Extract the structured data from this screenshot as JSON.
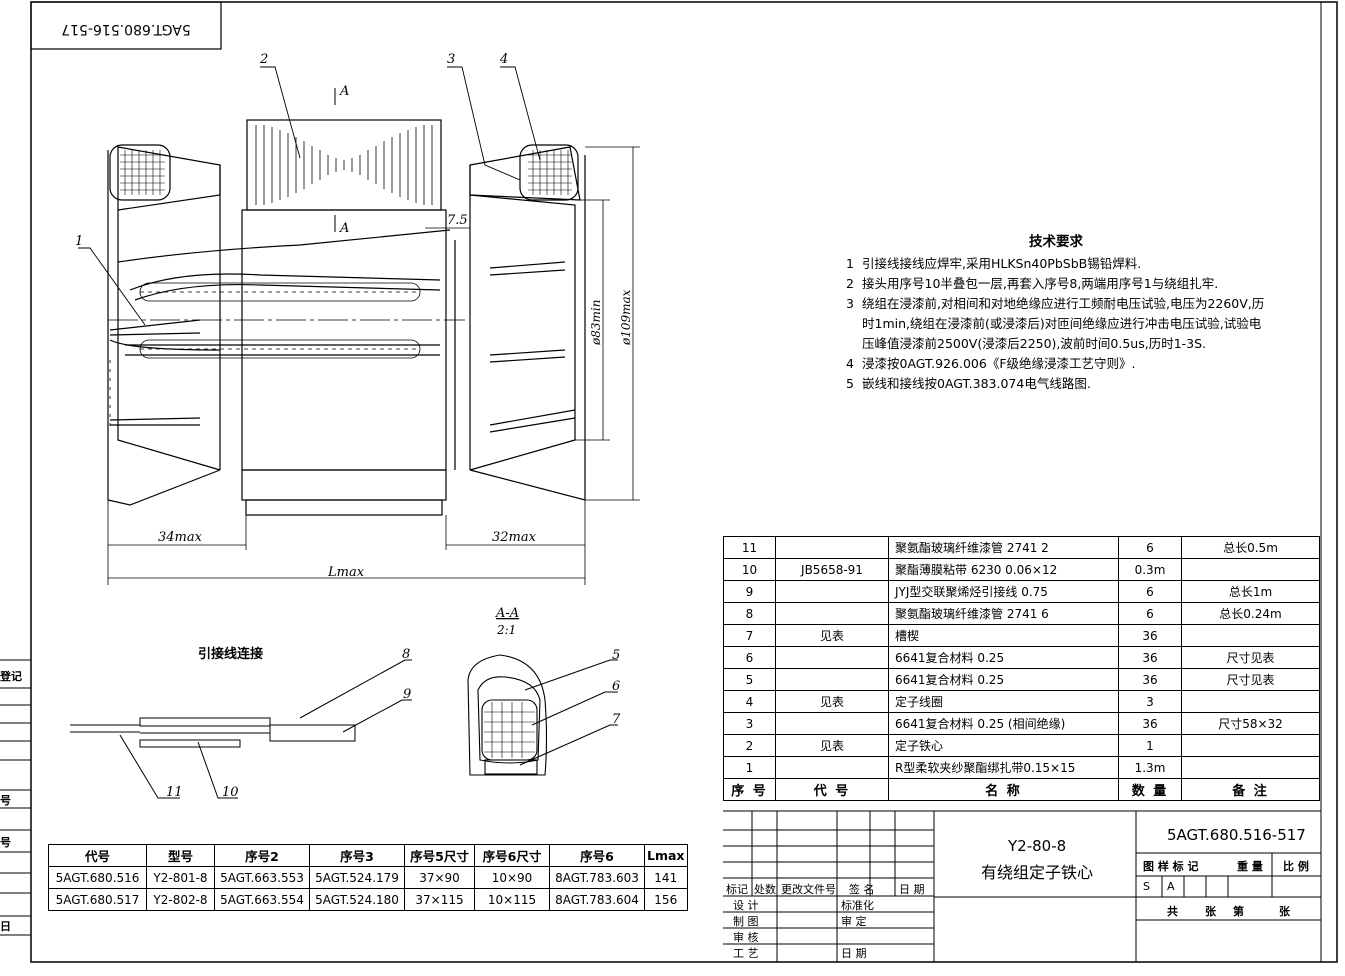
{
  "header_code": "5AGT.680.516-517",
  "callouts": {
    "c1": "1",
    "c2": "2",
    "c3": "3",
    "c4": "4",
    "c5": "5",
    "c6": "6",
    "c7": "7",
    "c8": "8",
    "c9": "9",
    "c10": "10",
    "c11": "11"
  },
  "section_marks": {
    "a_top": "A",
    "a_bottom": "A",
    "section_title": "A-A",
    "section_scale": "2:1"
  },
  "dimensions": {
    "d75": "7.5",
    "d34": "34max",
    "d32": "32max",
    "lmax": "Lmax",
    "phi83": "ø83min",
    "phi109": "ø109max"
  },
  "lead_connection_title": "引接线连接",
  "tech_requirements": {
    "title": "技术要求",
    "items": [
      {
        "num": "1",
        "text": "引接线接线应焊牢,采用HLKSn40PbSbB锡铅焊料."
      },
      {
        "num": "2",
        "text": "接头用序号10半叠包一层,再套入序号8,两端用序号1与绕组扎牢."
      },
      {
        "num": "3",
        "text": "绕组在浸漆前,对相间和对地绝缘应进行工频耐电压试验,电压为2260V,历时1min,绕组在浸漆前(或浸漆后)对匝间绝缘应进行冲击电压试验,试验电压峰值浸漆前2500V(浸漆后2250),波前时间0.5us,历时1-3S."
      },
      {
        "num": "4",
        "text": "浸漆按0AGT.926.006《F级绝缘浸漆工艺守则》."
      },
      {
        "num": "5",
        "text": "嵌线和接线按0AGT.383.074电气线路图."
      }
    ]
  },
  "parts_list": {
    "rows": [
      {
        "seq": "11",
        "code": "",
        "name": "聚氨酯玻璃纤维漆管 2741 2",
        "qty": "6",
        "note": "总长0.5m"
      },
      {
        "seq": "10",
        "code": "JB5658-91",
        "name": "聚酯薄膜粘带 6230 0.06×12",
        "qty": "0.3m",
        "note": ""
      },
      {
        "seq": "9",
        "code": "",
        "name": "JYJ型交联聚烯烃引接线 0.75",
        "qty": "6",
        "note": "总长1m"
      },
      {
        "seq": "8",
        "code": "",
        "name": "聚氨酯玻璃纤维漆管 2741 6",
        "qty": "6",
        "note": "总长0.24m"
      },
      {
        "seq": "7",
        "code": "见表",
        "name": "槽楔",
        "qty": "36",
        "note": ""
      },
      {
        "seq": "6",
        "code": "",
        "name": "6641复合材料 0.25",
        "qty": "36",
        "note": "尺寸见表"
      },
      {
        "seq": "5",
        "code": "",
        "name": "6641复合材料 0.25",
        "qty": "36",
        "note": "尺寸见表"
      },
      {
        "seq": "4",
        "code": "见表",
        "name": "定子线圈",
        "qty": "3",
        "note": ""
      },
      {
        "seq": "3",
        "code": "",
        "name": "6641复合材料 0.25 (相间绝缘)",
        "qty": "36",
        "note": "尺寸58×32"
      },
      {
        "seq": "2",
        "code": "见表",
        "name": "定子铁心",
        "qty": "1",
        "note": ""
      },
      {
        "seq": "1",
        "code": "",
        "name": "R型柔软夹纱聚酯绑扎带0.15×15",
        "qty": "1.3m",
        "note": ""
      }
    ],
    "header": {
      "seq": "序 号",
      "code": "代 号",
      "name": "名 称",
      "qty": "数 量",
      "note": "备 注"
    }
  },
  "variant_table": {
    "header": [
      "代号",
      "型号",
      "序号2",
      "序号3",
      "序号5尺寸",
      "序号6尺寸",
      "序号6",
      "Lmax"
    ],
    "rows": [
      [
        "5AGT.680.516",
        "Y2-801-8",
        "5AGT.663.553",
        "5AGT.524.179",
        "37×90",
        "10×90",
        "8AGT.783.603",
        "141"
      ],
      [
        "5AGT.680.517",
        "Y2-802-8",
        "5AGT.663.554",
        "5AGT.524.180",
        "37×115",
        "10×115",
        "8AGT.783.604",
        "156"
      ]
    ]
  },
  "title_block": {
    "model": "Y2-80-8",
    "part_name": "有绕组定子铁心",
    "drawing_no": "5AGT.680.516-517",
    "rev_labels": [
      "标记",
      "处数",
      "更改文件号",
      "签 名",
      "日 期"
    ],
    "sign_labels": {
      "design": "设 计",
      "draw": "制 图",
      "check": "审 核",
      "process": "工 艺",
      "standard": "标准化",
      "approve": "审 定",
      "date": "日 期"
    },
    "stage_label": "图 样 标 记",
    "weight_label": "重 量",
    "scale_label": "比 例",
    "stage_s": "S",
    "stage_a": "A",
    "sheets": {
      "total": "共",
      "sheet_unit1": "张",
      "nth": "第",
      "sheet_unit2": "张"
    }
  },
  "left_edge_labels": [
    "登记",
    "号",
    "号",
    "日"
  ]
}
